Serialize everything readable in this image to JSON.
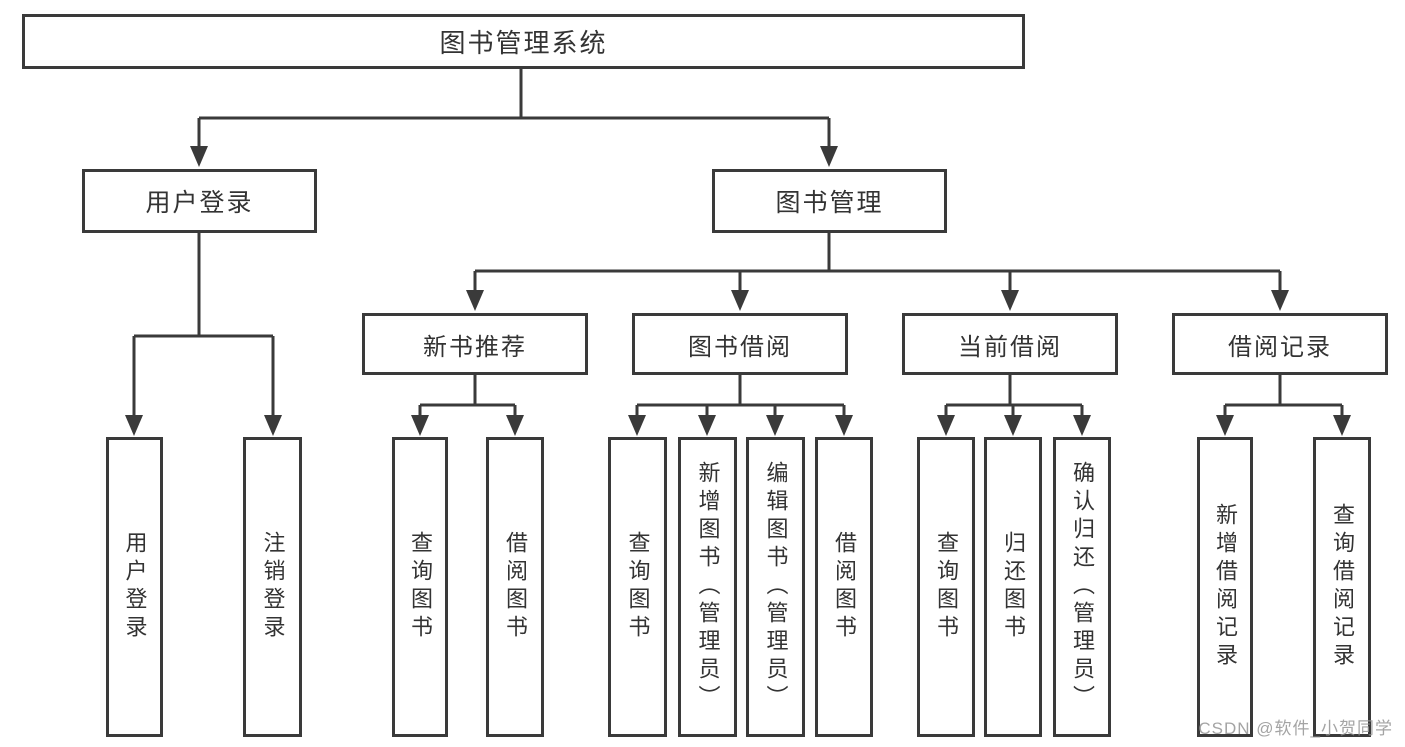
{
  "title": "图书管理系统",
  "watermark": "CSDN @软件_小贺同学",
  "colors": {
    "line": "#3a3a3a",
    "text": "#333333",
    "background": "#ffffff",
    "watermark": "#949494"
  },
  "nodes": {
    "root": "图书管理系统",
    "user_login": "用户登录",
    "book_management": "图书管理",
    "new_book_recommendation": "新书推荐",
    "book_borrowing": "图书借阅",
    "current_borrowing": "当前借阅",
    "borrowing_records": "借阅记录"
  },
  "leaves": {
    "user_login": [
      "用户登录",
      "注销登录"
    ],
    "new_book_recommendation": [
      "查询图书",
      "借阅图书"
    ],
    "book_borrowing": [
      "查询图书",
      "新增图书（管理员）",
      "编辑图书（管理员）",
      "借阅图书"
    ],
    "current_borrowing": [
      "查询图书",
      "归还图书",
      "确认归还（管理员）"
    ],
    "borrowing_records": [
      "新增借阅记录",
      "查询借阅记录"
    ]
  }
}
